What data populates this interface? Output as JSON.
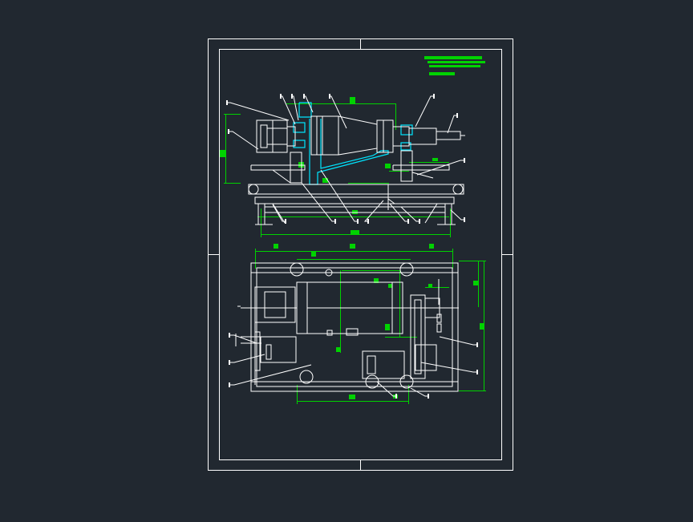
{
  "colors": {
    "background": "#212830",
    "line": "#ffffff",
    "dimension": "#00d200",
    "section": "#00e5ff"
  },
  "title_block": {
    "bars": 4
  },
  "views": [
    {
      "id": "front-view",
      "callouts": 16
    },
    {
      "id": "plan-view",
      "callouts": 10
    }
  ]
}
